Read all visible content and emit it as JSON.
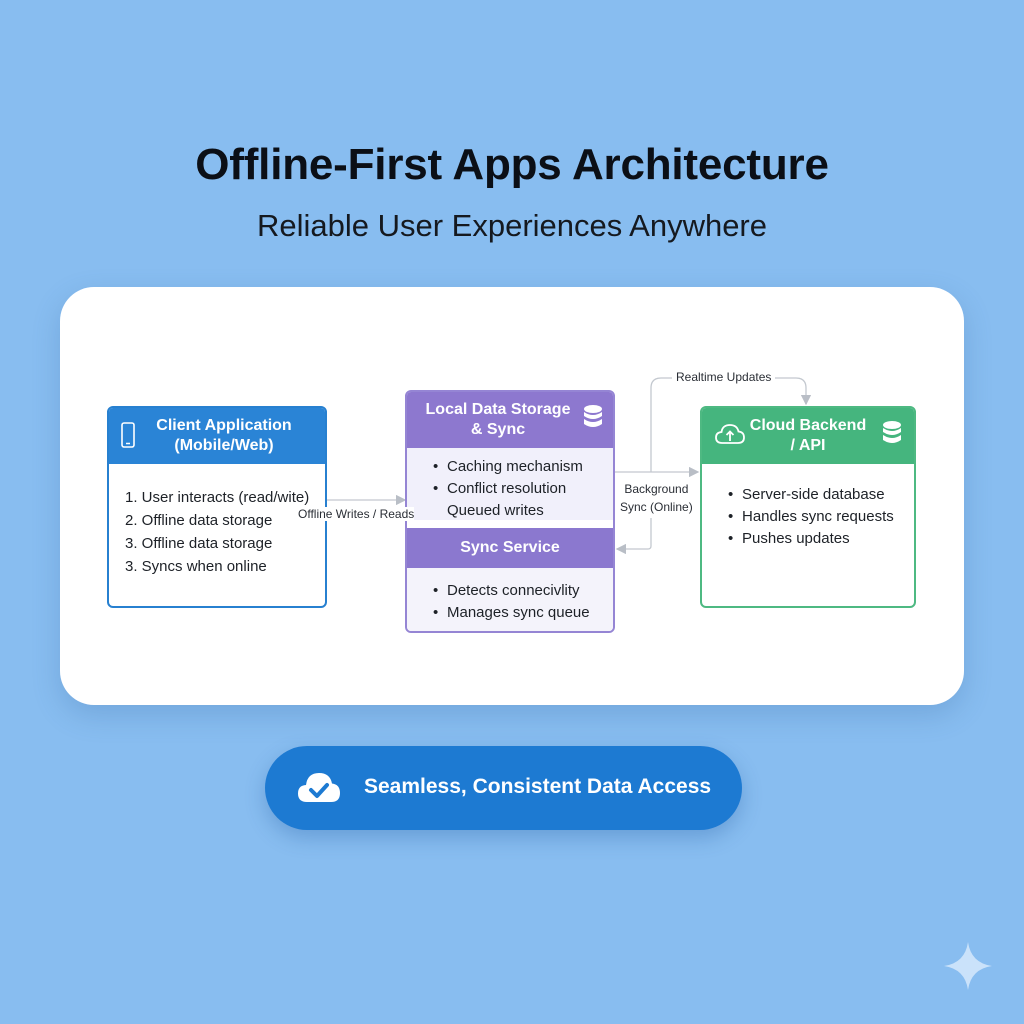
{
  "title": "Offline-First Apps Architecture",
  "subtitle": "Reliable User Experiences Anywhere",
  "colors": {
    "background": "#88bdf0",
    "client": "#2a84d6",
    "local": "#8d78cf",
    "cloud": "#45b57e",
    "pill": "#1d7ad2"
  },
  "client": {
    "title_line1": "Client Application",
    "title_line2": "(Mobile/Web)",
    "icon": "phone-icon",
    "items": [
      "1. User interacts (read/wite)",
      "2. Offline data storage",
      "3. Offline data storage",
      "3. Syncs when online"
    ]
  },
  "local": {
    "title_line1": "Local Data Storage",
    "title_line2": "& Sync",
    "icon": "database-icon",
    "items": [
      "Caching mechanism",
      "Conflict resolution",
      "Queued writes"
    ],
    "sync_title": "Sync Service",
    "sync_items": [
      "Detects connecivlity",
      "Manages sync queue"
    ]
  },
  "cloud": {
    "title_line1": "Cloud Backend",
    "title_line2": "/ API",
    "icon": "cloud-upload-icon",
    "icon2": "database-icon",
    "items": [
      "Server-side database",
      "Handles sync requests",
      "Pushes updates"
    ]
  },
  "connections": {
    "offline_label": "Offline Writes / Reads",
    "background_line1": "Background",
    "background_line2": "Sync (Online)",
    "realtime_label": "Realtime Updates"
  },
  "footer": {
    "label": "Seamless, Consistent Data Access",
    "icon": "cloud-check-icon"
  },
  "corner_icon": "sparkle-icon"
}
